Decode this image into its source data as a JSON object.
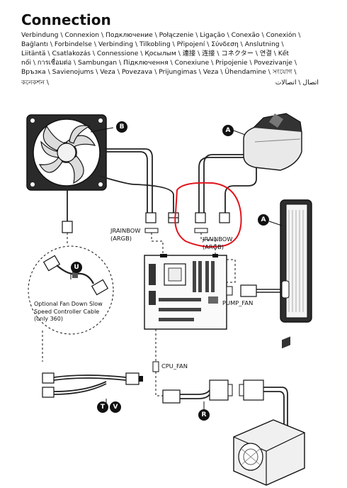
{
  "title": "Connection",
  "languages": {
    "line1": "Verbindung \\ Connexion \\ Подключение \\ Połączenie \\ Ligação \\ Conexão \\ Conexión \\",
    "line2": "Bağlantı \\ Forbindelse \\ Verbinding \\ Tilkobling \\ Připojení \\ Σύνδεση \\ Anslutning \\",
    "line3": "Liitäntä \\ Csatlakozás \\ Connessione \\ Қосылым \\ 連接 \\ 连接 \\ コネクター \\ 연결 \\ Kết",
    "line4": "nối \\ การเชื่อมต่อ \\ Sambungan \\ Підключення \\ Conexiune \\ Pripojenie \\ Povezivanje \\",
    "line5": "Връзка \\ Savienojums \\ Veza \\ Povezava \\ Prijungimas \\ Veza \\ Ühendamine \\ সংযোগ \\",
    "line6": "কনেকশন \\",
    "line6_rtl": "اتصال \\ اتصالات"
  },
  "labels": {
    "jrainbow_left": "JRAINBOW",
    "argb_left": "(ARGB)",
    "jrainbow_right": "JRAINBOW",
    "argb_right": "(ARGB)",
    "pump_fan": "PUMP_FAN",
    "cpu_fan": "CPU_FAN",
    "optional_note": "Optional Fan Down Slow Speed Controller Cable (only 360)"
  },
  "badges": {
    "fan": "B",
    "pump": "A",
    "radiator": "A",
    "controller": "U",
    "splitter_t": "T",
    "splitter_v": "V",
    "psu_cable": "R"
  },
  "colors": {
    "highlight": "#e0141c",
    "ink": "#111111"
  }
}
